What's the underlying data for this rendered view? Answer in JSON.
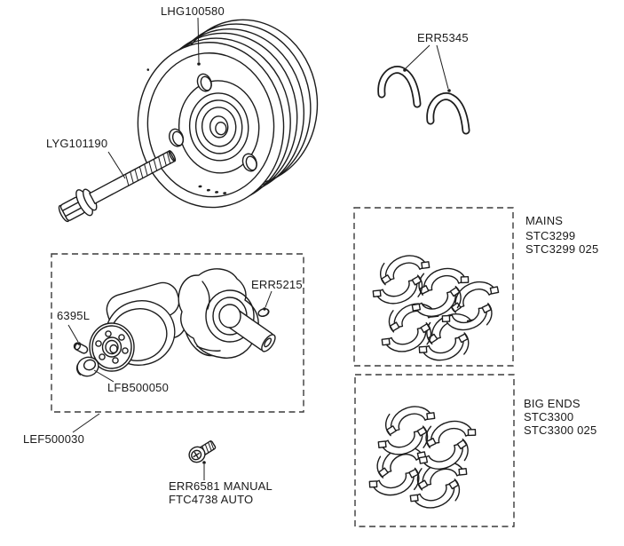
{
  "labels": {
    "pulley": "LHG100580",
    "thrust_washers": "ERR5345",
    "pulley_bolt": "LYG101190",
    "key_front": "6395L",
    "key_rear": "ERR5215",
    "spigot_bush": "LFB500050",
    "crankshaft_assembly": "LEF500030",
    "screw_manual": "ERR6581 MANUAL",
    "screw_auto": "FTC4738 AUTO"
  },
  "bearing_sets": {
    "mains": {
      "title": "MAINS",
      "part_std": "STC3299",
      "part_oversize": "STC3299 025"
    },
    "big_ends": {
      "title": "BIG ENDS",
      "part_std": "STC3300",
      "part_oversize": "STC3300 025"
    }
  },
  "colors": {
    "line": "#1c1c1c",
    "background": "#ffffff",
    "dashed_box": "#3a3a3a"
  }
}
